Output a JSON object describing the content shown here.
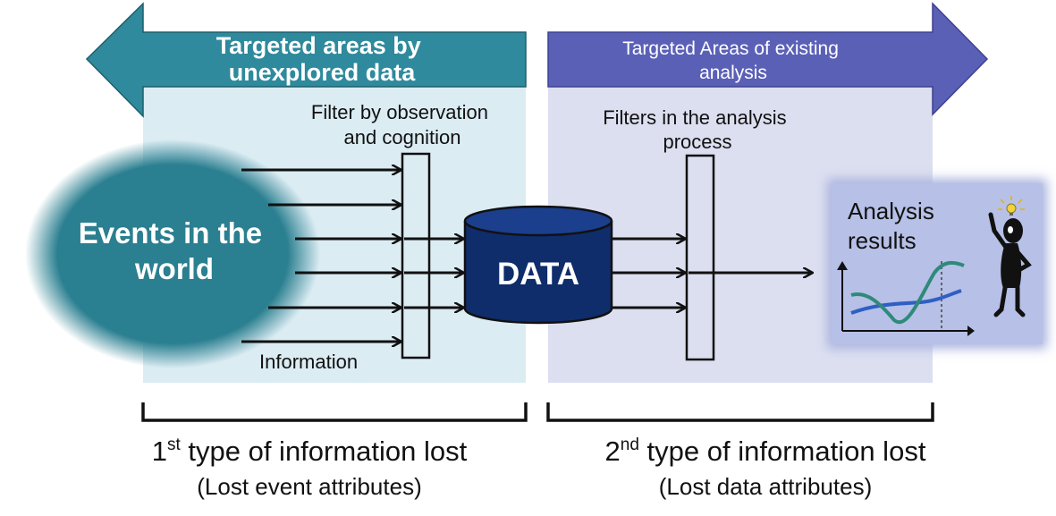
{
  "left_banner": "Targeted areas by unexplored data",
  "right_banner": "Targeted Areas of existing analysis",
  "filter_observation": "Filter by observation and cognition",
  "filter_analysis": "Filters in the analysis process",
  "events_label": "Events in the world",
  "information_label": "Information",
  "data_label": "DATA",
  "analysis_results": "Analysis results",
  "loss1": {
    "prefix": "1",
    "sup": "st",
    "rest": " type of information lost",
    "sub": "(Lost event attributes)"
  },
  "loss2": {
    "prefix": "2",
    "sup": "nd",
    "rest": " type of information lost",
    "sub": "(Lost data attributes)"
  },
  "colors": {
    "teal": "#2e8a9c",
    "purple": "#5b60b7",
    "left_panel": "#dbecf3",
    "right_panel": "#dcdff0",
    "data_cylinder": "#0f2c6b",
    "events_ellipse": "#2a7f90"
  },
  "icons": [
    "lightbulb-icon",
    "thinking-person-icon",
    "analysis-chart-icon"
  ]
}
